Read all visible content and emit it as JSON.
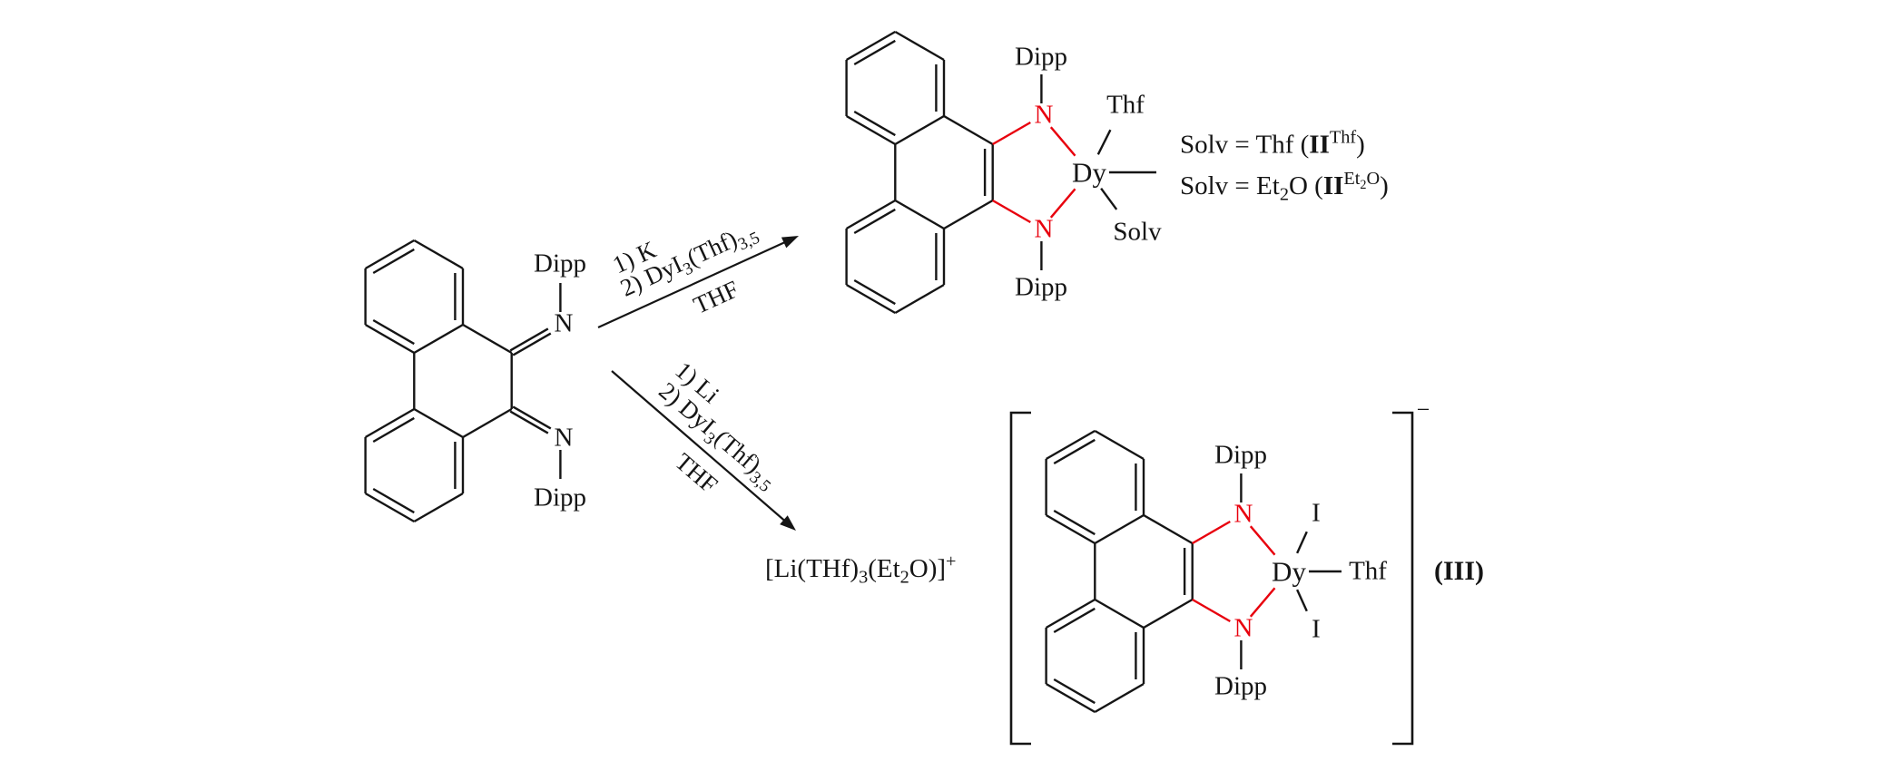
{
  "colors": {
    "red": "#e8000d",
    "ink": "#151515"
  },
  "reactant": {
    "dipp_top": "Dipp",
    "n_top": "N",
    "n_bottom": "N",
    "dipp_bottom": "Dipp"
  },
  "arrow_top": {
    "step1": "1) K",
    "step2": {
      "p1": "2) DyI",
      "s1": "3",
      "p2": "(Thf)",
      "s2": "3,5"
    },
    "solvent": "THF"
  },
  "arrow_bottom": {
    "step1": "1) Li",
    "step2": {
      "p1": "2) DyI",
      "s1": "3",
      "p2": "(Thf)",
      "s2": "3,5"
    },
    "solvent": "THF"
  },
  "product_ii": {
    "dipp_top": "Dipp",
    "n_top": "N",
    "thf": "Thf",
    "metal": "Dy",
    "n_bottom": "N",
    "solv": "Solv",
    "dipp_bottom": "Dipp"
  },
  "legend": {
    "line1": {
      "p1": "Solv = Thf (",
      "code": "II",
      "sup": "Thf",
      "p2": ")"
    },
    "line2": {
      "p1": "Solv = Et",
      "s1": "2",
      "p2": "O (",
      "code": "II",
      "sup_p1": "Et",
      "sup_s1": "2",
      "sup_p2": "O",
      "p3": ")"
    }
  },
  "product_iii": {
    "cation": {
      "p1": "[Li(THf)",
      "s1": "3",
      "p2": "(Et",
      "s2": "2",
      "p3": "O)]",
      "sup": "+"
    },
    "dipp_top": "Dipp",
    "n_top": "N",
    "i_top": "I",
    "metal": "Dy",
    "thf": "Thf",
    "i_bottom": "I",
    "n_bottom": "N",
    "dipp_bottom": "Dipp",
    "charge": "−",
    "label": "(III)"
  }
}
